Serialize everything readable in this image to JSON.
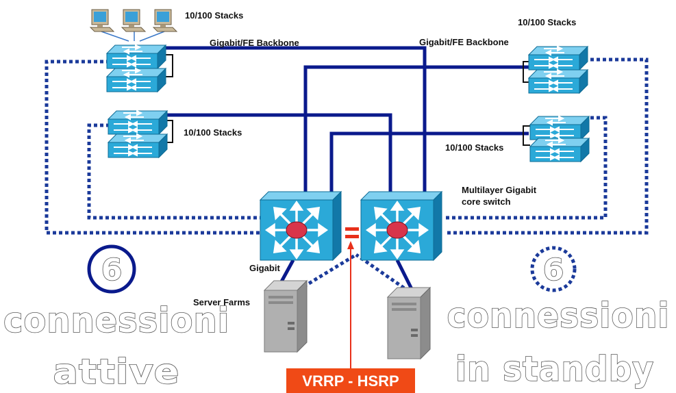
{
  "labels": {
    "stacks_top_left": "10/100 Stacks",
    "stacks_top_right": "10/100 Stacks",
    "stacks_mid_left": "10/100 Stacks",
    "stacks_mid_right": "10/100 Stacks",
    "backbone_left": "Gigabit/FE Backbone",
    "backbone_right": "Gigabit/FE Backbone",
    "core_line1": "Multilayer Gigabit",
    "core_line2": "core switch",
    "gigabit": "Gigabit",
    "server_farms": "Server Farms"
  },
  "active": {
    "count": "6",
    "line1": "connessioni",
    "line2": "attive"
  },
  "standby": {
    "count": "6",
    "line1": "connessioni",
    "line2": "in standby"
  },
  "protocol_badge": "VRRP - HSRP",
  "colors": {
    "active_link": "#0a1a8c",
    "standby_link": "#1b3a9a",
    "switch_face": "#2ba9d8",
    "switch_side": "#1278a8",
    "core_center": "#d8344a",
    "badge_bg": "#f04a16",
    "server": "#a6a6a6"
  },
  "icons": [
    "pc-icon",
    "access-switch-icon",
    "core-switch-icon",
    "server-icon"
  ]
}
